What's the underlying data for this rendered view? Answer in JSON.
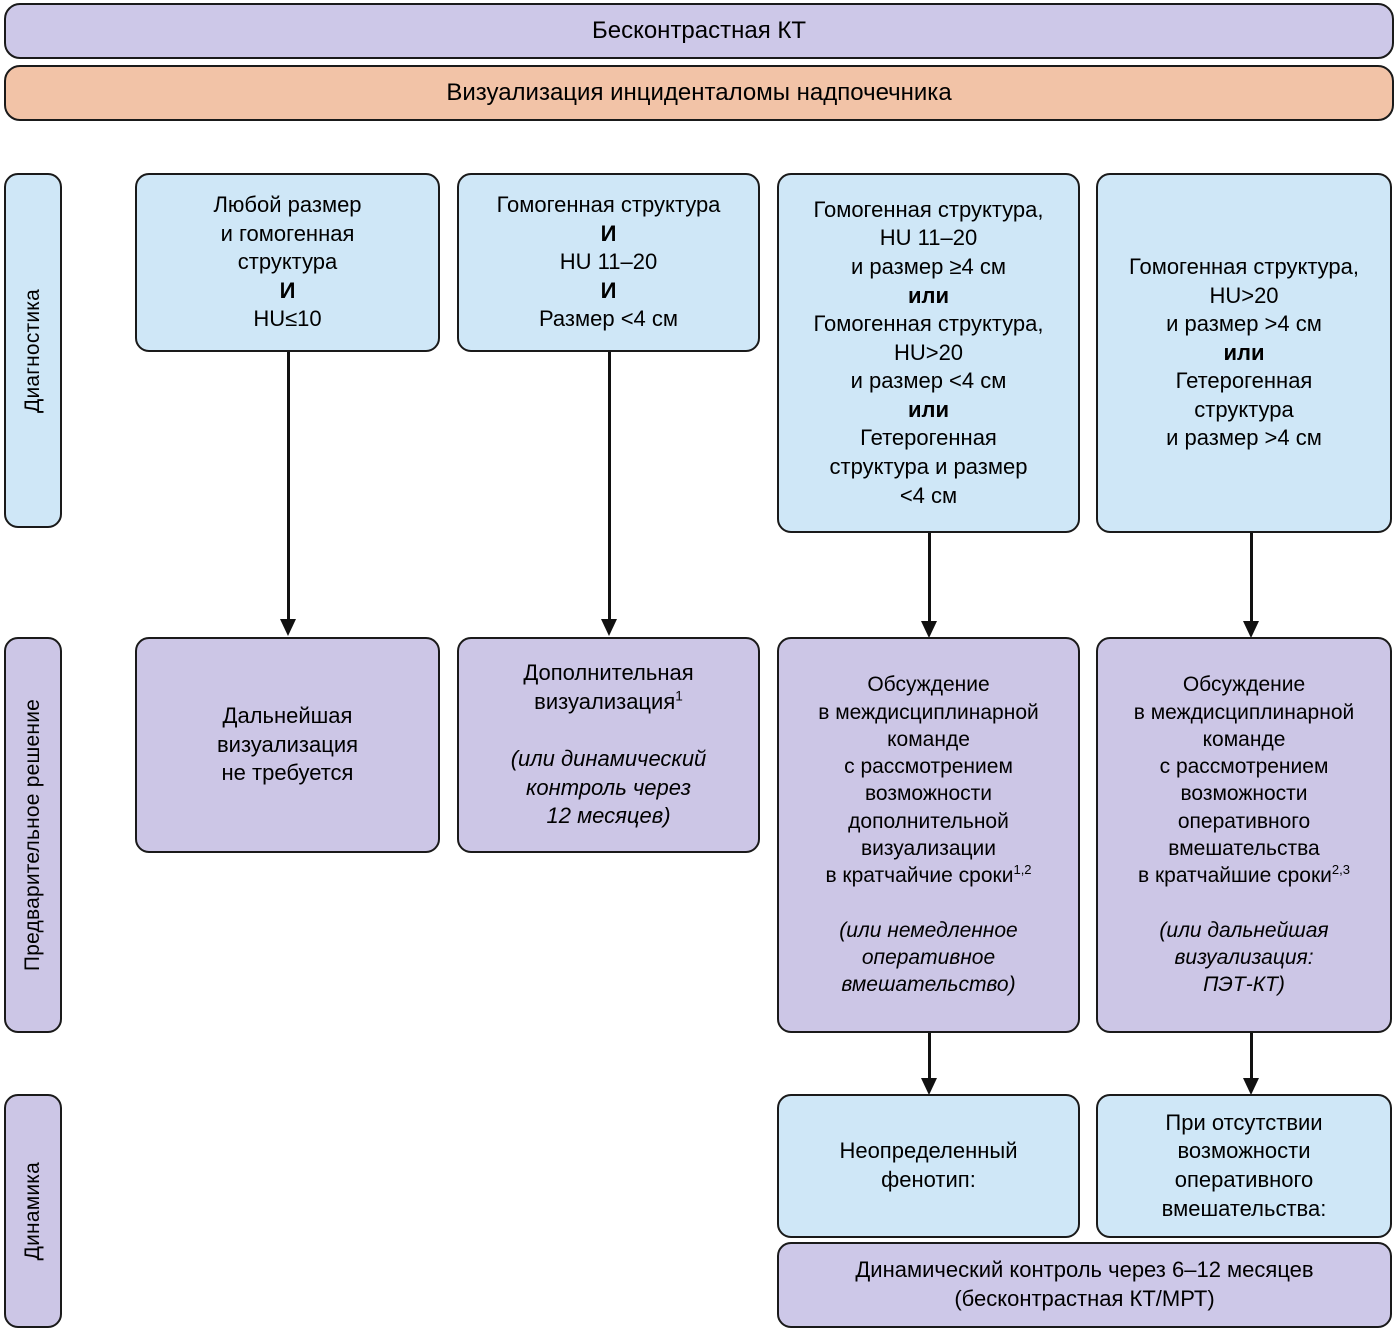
{
  "banners": {
    "top": "Бесконтрастная КТ",
    "second": "Визуализация инциденталомы надпочечника"
  },
  "stages": [
    {
      "id": "diagnostics",
      "label": "Диагностика"
    },
    {
      "id": "preliminary-decision",
      "label": "Предварительное решение"
    },
    {
      "id": "follow-up",
      "label": "Динамика"
    }
  ],
  "diagnostics": [
    {
      "id": "col1",
      "lines": [
        {
          "text": "Любой размер",
          "bold": false
        },
        {
          "text": "и гомогенная",
          "bold": false
        },
        {
          "text": "структура",
          "bold": false
        },
        {
          "text": "И",
          "bold": true
        },
        {
          "text": "HU≤10",
          "bold": false
        }
      ]
    },
    {
      "id": "col2",
      "lines": [
        {
          "text": "Гомогенная структура",
          "bold": false
        },
        {
          "text": "И",
          "bold": true
        },
        {
          "text": "HU 11–20",
          "bold": false
        },
        {
          "text": "И",
          "bold": true
        },
        {
          "text": "Размер <4 см",
          "bold": false
        }
      ]
    },
    {
      "id": "col3",
      "lines": [
        {
          "text": "Гомогенная структура,",
          "bold": false
        },
        {
          "text": "HU 11–20",
          "bold": false
        },
        {
          "text": "и размер ≥4 см",
          "bold": false
        },
        {
          "text": "или",
          "bold": true
        },
        {
          "text": "Гомогенная структура,",
          "bold": false
        },
        {
          "text": "HU>20",
          "bold": false
        },
        {
          "text": "и размер <4 см",
          "bold": false
        },
        {
          "text": "или",
          "bold": true
        },
        {
          "text": "Гетерогенная",
          "bold": false
        },
        {
          "text": "структура и размер",
          "bold": false
        },
        {
          "text": "<4 см",
          "bold": false
        }
      ]
    },
    {
      "id": "col4",
      "lines": [
        {
          "text": "Гомогенная структура,",
          "bold": false
        },
        {
          "text": "HU>20",
          "bold": false
        },
        {
          "text": "и размер >4 см",
          "bold": false
        },
        {
          "text": "или",
          "bold": true
        },
        {
          "text": "Гетерогенная",
          "bold": false
        },
        {
          "text": "структура",
          "bold": false
        },
        {
          "text": "и размер >4 см",
          "bold": false
        }
      ]
    }
  ],
  "decisions": [
    {
      "id": "col1",
      "main": "Дальнейшая\nвизуализация\nне требуется",
      "superscript": "",
      "alt": ""
    },
    {
      "id": "col2",
      "main": "Дополнительная\nвизуализация",
      "superscript": "1",
      "alt": "(или динамический\nконтроль через\n12 месяцев)"
    },
    {
      "id": "col3",
      "main": "Обсуждение\nв междисциплинарной\nкоманде\nс рассмотрением\nвозможности\nдополнительной\nвизуализации\nв кратчайчие сроки",
      "superscript": "1,2",
      "alt": "(или немедленное\nоперативное\nвмешательство)"
    },
    {
      "id": "col4",
      "main": "Обсуждение\nв междисциплинарной\nкоманде\nс рассмотрением\nвозможности\nоперативного\nвмешательства\nв кратчайшие сроки",
      "superscript": "2,3",
      "alt": "(или дальнейшая\nвизуализация:\nПЭТ-КТ)"
    }
  ],
  "followup": {
    "col3": "Неопределенный\nфенотип:",
    "col4": "При отсутствии\nвозможности\nоперативного\nвмешательства:",
    "shared": "Динамический контроль через 6–12 месяцев\n(бесконтрастная КТ/МРТ)"
  },
  "colors": {
    "blue": "#cfe7f7",
    "purple": "#ccc6e6",
    "peach": "#f2c3a7",
    "lilac": "#cdc8e8",
    "stroke": "#1a1a1a"
  }
}
